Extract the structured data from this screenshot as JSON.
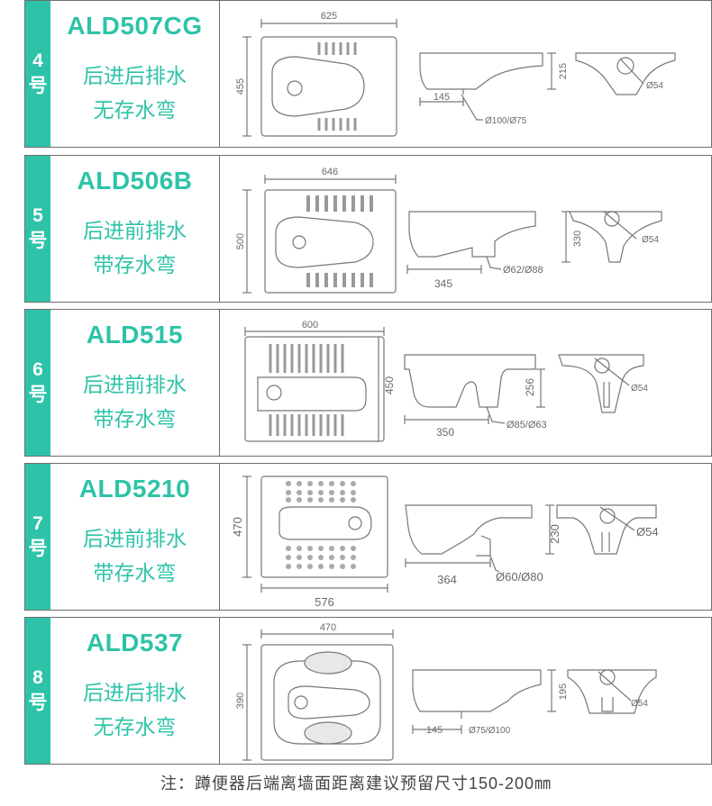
{
  "products": [
    {
      "number": "4",
      "suffix": "号",
      "model": "ALD507CG",
      "line1": "后进后排水",
      "line2": "无存水弯",
      "dims": {
        "top_width": "625",
        "top_height": "455",
        "side_length": "145",
        "side_height": "215",
        "side_pipe": "Ø100/Ø75",
        "front_pipe": "Ø54"
      }
    },
    {
      "number": "5",
      "suffix": "号",
      "model": "ALD506B",
      "line1": "后进前排水",
      "line2": "带存水弯",
      "dims": {
        "top_width": "646",
        "top_height": "500",
        "side_length": "345",
        "side_height": "330",
        "side_pipe": "Ø62/Ø88",
        "front_pipe": "Ø54"
      }
    },
    {
      "number": "6",
      "suffix": "号",
      "model": "ALD515",
      "line1": "后进前排水",
      "line2": "带存水弯",
      "dims": {
        "top_width": "600",
        "top_height": "450",
        "side_length": "350",
        "side_height": "256",
        "side_pipe": "Ø85/Ø63",
        "front_pipe": "Ø54"
      }
    },
    {
      "number": "7",
      "suffix": "号",
      "model": "ALD5210",
      "line1": "后进前排水",
      "line2": "带存水弯",
      "dims": {
        "top_width": "576",
        "top_height": "470",
        "side_length": "364",
        "side_height": "230",
        "side_pipe": "Ø60/Ø80",
        "front_pipe": "Ø54"
      }
    },
    {
      "number": "8",
      "suffix": "号",
      "model": "ALD537",
      "line1": "后进后排水",
      "line2": "无存水弯",
      "dims": {
        "top_width": "470",
        "top_height": "390",
        "side_length": "145",
        "side_height": "195",
        "side_pipe": "Ø75/Ø100",
        "front_pipe": "Ø54"
      }
    }
  ],
  "note": "注：蹲便器后端离墙面距离建议预留尺寸150-200㎜",
  "colors": {
    "accent": "#2ec3a8",
    "border": "#6e6e6e",
    "line": "#777777"
  }
}
